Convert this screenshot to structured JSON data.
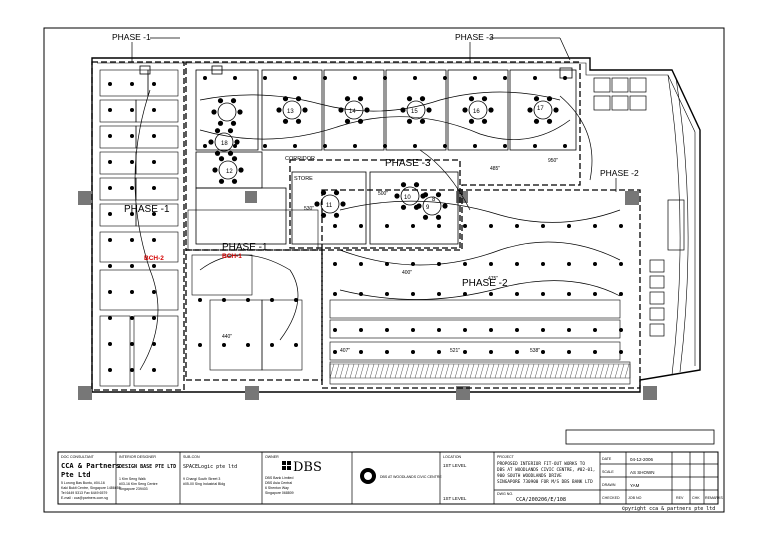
{
  "phases": {
    "p1_top": "PHASE -1",
    "p3_top": "PHASE -3",
    "p3_mid": "PHASE -3",
    "p2_right": "PHASE -2",
    "p1_left": "PHASE -1",
    "p1_mid": "PHASE -1",
    "p2_mid": "PHASE -2"
  },
  "rooms": {
    "corridor": "CORRIDOR",
    "store": "STORE",
    "numbers": [
      "13",
      "14",
      "15",
      "16",
      "17",
      "18",
      "12",
      "11",
      "10",
      "9",
      "8"
    ]
  },
  "red_labels": [
    "BCH-2",
    "BCH-1"
  ],
  "dimensions": [
    "400\"",
    "475\"",
    "500\"",
    "521\"",
    "538\"",
    "407\"",
    "950\"",
    "485\"",
    "530\"",
    "440\""
  ],
  "title_block": {
    "client_cap": "DOC CONSULTANT",
    "firm_name_1": "CCA & Partners",
    "firm_name_2": "Pte Ltd",
    "firm_addr": "5 Lorong Bas Buntu, #04-16",
    "firm_addr2": "Kaki Bukit Centre, Singapore 1486655",
    "firm_tel": "Tel 6449 5313  Fax 6449 6579",
    "firm_email": "E-mail : cca@partners.com.sg",
    "design_cap": "INTERIOR DESIGNER",
    "design_name": "DESIGN BASE PTE LTD",
    "design_addr": "1 Kim Seng Walk",
    "design_addr2": "#03-16 Kim Seng Centre",
    "design_addr3": "Singapore 239403",
    "space_cap": "SUB-CON",
    "space_name": "SPACELogic pte ltd",
    "space_addr": "9 Changi South Street 3",
    "space_addr2": "#05-00 Sing Industrial Bldg",
    "owner_cap": "OWNER",
    "owner_logo": "DBS",
    "owner_addr": "DBS Bank Limited",
    "owner_addr2": "DBS Asia Central",
    "owner_addr3": "6 Shenton Way",
    "owner_addr4": "Singapore 068809",
    "tower_caption": "DBS AT WOODLANDS CIVIC CENTRE",
    "level_cap": "LOCATION",
    "level_val": "1ST LEVEL",
    "level_val2": "1ST LEVEL",
    "project_cap": "PROJECT",
    "project_1": "PROPOSED INTERIOR FIT-OUT WORKS TO",
    "project_2": "DBS AT WOODLANDS CIVIC CENTRE, #02-01,",
    "project_3": "900 SOUTH WOODLANDS DRIVE",
    "project_4": "SINGAPORE 730900 FOR M/S DBS BANK LTD",
    "dwg_no_cap": "DWG NO.",
    "dwg_no": "CCA/200206/E/108",
    "date_cap": "DATE",
    "date_val": "04-12-2006",
    "scale_cap": "SCALE",
    "scale_val": "AS SHOWN",
    "drawn_cap": "DRAWN",
    "drawn_val": "YAM",
    "checked_cap": "CHECKED",
    "job_cap": "JOB NO",
    "rev_cap": "REV",
    "chk_cap": "CHK",
    "remarks_cap": "REMARKS",
    "copyright": "©pyright cca & partners pte ltd"
  }
}
